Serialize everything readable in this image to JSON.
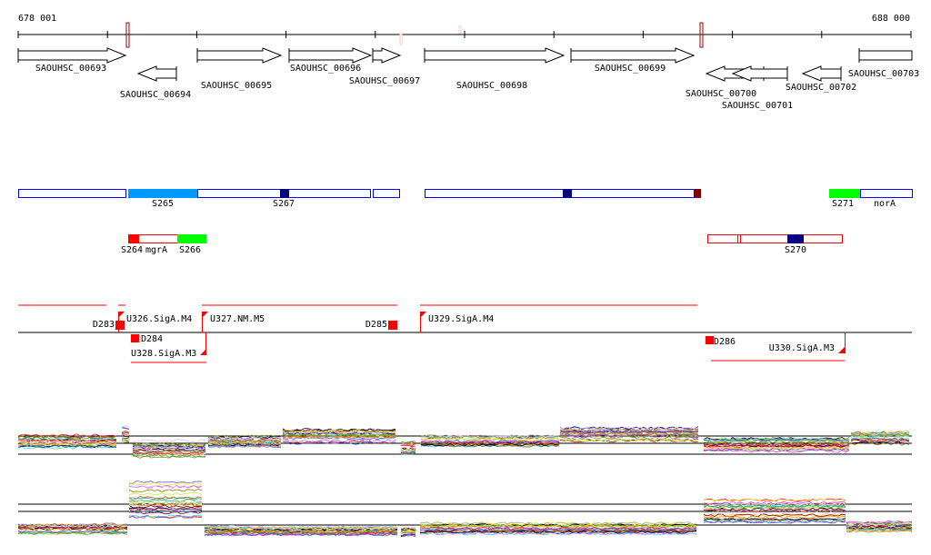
{
  "ruler": {
    "start_label": "678 001",
    "end_label": "688 000"
  },
  "genes": [
    {
      "name": "SAOUHSC_00693",
      "strand": "+"
    },
    {
      "name": "SAOUHSC_00694",
      "strand": "-"
    },
    {
      "name": "SAOUHSC_00695",
      "strand": "+"
    },
    {
      "name": "SAOUHSC_00696",
      "strand": "+"
    },
    {
      "name": "SAOUHSC_00697",
      "strand": "+"
    },
    {
      "name": "SAOUHSC_00698",
      "strand": "+"
    },
    {
      "name": "SAOUHSC_00699",
      "strand": "+"
    },
    {
      "name": "SAOUHSC_00700",
      "strand": "-"
    },
    {
      "name": "SAOUHSC_00701",
      "strand": "-"
    },
    {
      "name": "SAOUHSC_00702",
      "strand": "-"
    },
    {
      "name": "SAOUHSC_00703",
      "strand": "+"
    }
  ],
  "segments_plus": [
    "S265",
    "S267",
    "S271",
    "norA"
  ],
  "segments_minus": [
    "S264",
    "mgrA",
    "S266",
    "S270"
  ],
  "promoters": [
    "D283",
    "U326.SigA.M4",
    "U327.NM.M5",
    "D285",
    "U329.SigA.M4",
    "D284",
    "U328.SigA.M3",
    "D286",
    "U330.SigA.M3"
  ],
  "colors": {
    "light_blue": "#0099ff",
    "navy": "#000080",
    "dark_red": "#800000",
    "green": "#00ff00",
    "red": "#ff0000",
    "outline_blue": "#0000ff"
  }
}
